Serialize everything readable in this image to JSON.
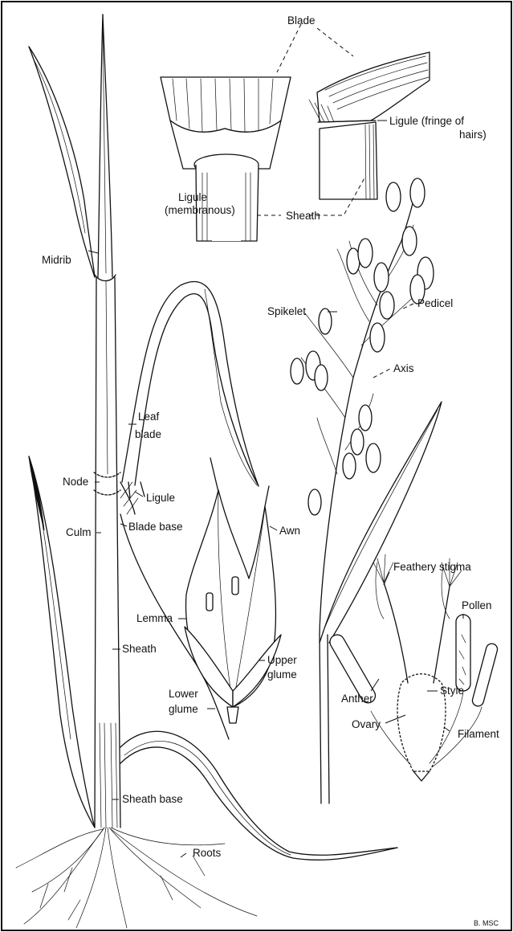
{
  "labels": {
    "blade": "Blade",
    "ligule_fringe": "Ligule (fringe of",
    "ligule_fringe_2": "hairs)",
    "ligule_membranous": "Ligule",
    "ligule_membranous_2": "(membranous)",
    "sheath_top": "Sheath",
    "midrib": "Midrib",
    "spikelet": "Spikelet",
    "pedicel": "Pedicel",
    "axis": "Axis",
    "leaf_blade": "Leaf",
    "leaf_blade_2": "blade",
    "node": "Node",
    "ligule": "Ligule",
    "culm": "Culm",
    "blade_base": "Blade base",
    "awn": "Awn",
    "lemma": "Lemma",
    "sheath": "Sheath",
    "lower_glume": "Lower",
    "lower_glume_2": "glume",
    "upper_glume": "Upper",
    "upper_glume_2": "glume",
    "feathery_stigma": "Feathery stigma",
    "pollen": "Pollen",
    "anther": "Anther",
    "style": "Style",
    "ovary": "Ovary",
    "filament": "Filament",
    "sheath_base": "Sheath base",
    "roots": "Roots",
    "signature": "B. MSC"
  }
}
